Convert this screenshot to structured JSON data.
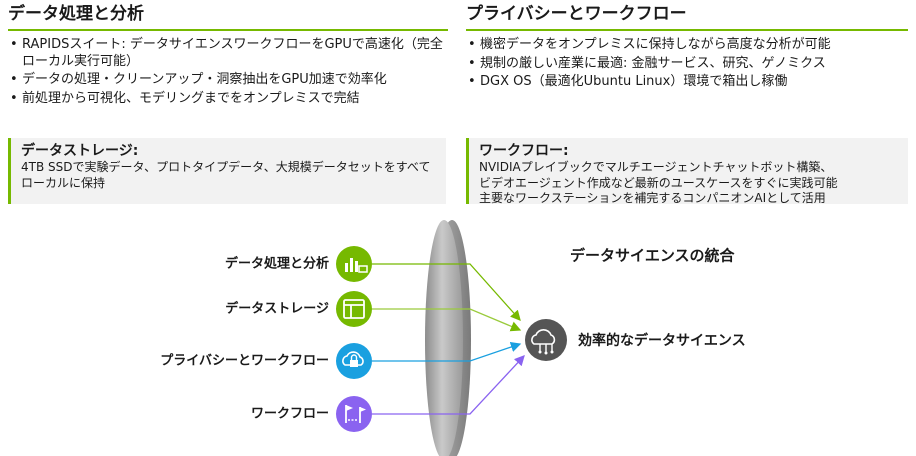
{
  "left": {
    "heading": "データ処理と分析",
    "bullets": [
      "RAPIDSスイート: データサイエンスワークフローをGPUで高速化（完全ローカル実行可能）",
      "データの処理・クリーンアップ・洞察抽出をGPU加速で効率化",
      "前処理から可視化、モデリングまでをオンプレミスで完結"
    ],
    "callout": {
      "title": "データストレージ:",
      "body": "4TB SSDで実験データ、プロトタイプデータ、大規模データセットをすべてローカルに保持"
    }
  },
  "right": {
    "heading": "プライバシーとワークフロー",
    "bullets": [
      "機密データをオンプレミスに保持しながら高度な分析が可能",
      "規制の厳しい産業に最適: 金融サービス、研究、ゲノミクス",
      "DGX OS（最適化Ubuntu Linux）環境で箱出し稼働"
    ],
    "callout": {
      "title": "ワークフロー:",
      "body_lines": [
        "NVIDIAプレイブックでマルチエージェントチャットボット構築、",
        "ビデオエージェント作成など最新のユースケースをすぐに実践可能",
        "主要なワークステーションを補完するコンパニオンAIとして活用"
      ]
    }
  },
  "diagram": {
    "title": "データサイエンスの統合",
    "output_label": "効率的なデータサイエンス",
    "output_icon": "cloud-circuit-icon",
    "inputs": [
      {
        "label": "データ処理と分析",
        "icon": "analytics-chart-icon",
        "color": "#76b900"
      },
      {
        "label": "データストレージ",
        "icon": "storage-window-icon",
        "color": "#76b900"
      },
      {
        "label": "プライバシーとワークフロー",
        "icon": "cloud-lock-icon",
        "color": "#1aa0e0"
      },
      {
        "label": "ワークフロー",
        "icon": "workflow-flags-icon",
        "color": "#8a63f0"
      }
    ],
    "colors": {
      "accent": "#76b900",
      "lens": "#a6a6a6",
      "output_circle": "#555555"
    }
  }
}
